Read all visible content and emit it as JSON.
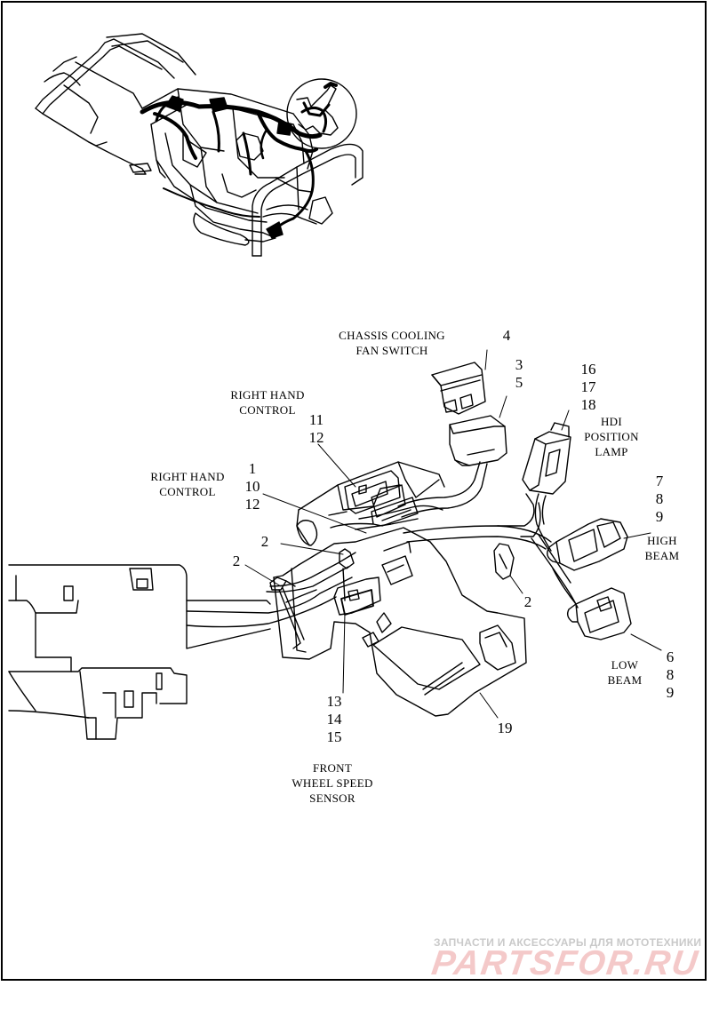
{
  "labels": {
    "chassis_fan": [
      "CHASSIS COOLING",
      "FAN SWITCH"
    ],
    "rhc_upper": [
      "RIGHT HAND",
      "CONTROL"
    ],
    "rhc_lower": [
      "RIGHT HAND",
      "CONTROL"
    ],
    "hdi_lamp": [
      "HDI",
      "POSITION",
      "LAMP"
    ],
    "high_beam": [
      "HIGH",
      "BEAM"
    ],
    "low_beam": [
      "LOW",
      "BEAM"
    ],
    "wheel_sensor": [
      "FRONT",
      "WHEEL SPEED",
      "SENSOR"
    ]
  },
  "callouts": {
    "c4": "4",
    "c3_5": [
      "3",
      "5"
    ],
    "c16_18": [
      "16",
      "17",
      "18"
    ],
    "c11_12": [
      "11",
      "12"
    ],
    "c1_10_12": [
      "1",
      "10",
      "12"
    ],
    "c7_9": [
      "7",
      "8",
      "9"
    ],
    "c2_a": "2",
    "c2_b": "2",
    "c2_c": "2",
    "c6_9": [
      "6",
      "8",
      "9"
    ],
    "c13_15": [
      "13",
      "14",
      "15"
    ],
    "c19": "19"
  },
  "watermark": {
    "line1": "ЗАПЧАСТИ И АКСЕССУАРЫ ДЛЯ МОТОТЕХНИКИ",
    "logo": "PARTSFOR.RU"
  },
  "colors": {
    "ink": "#000000",
    "watermark_gray": "#c9c9c9",
    "watermark_red": "#f4c9c9"
  }
}
